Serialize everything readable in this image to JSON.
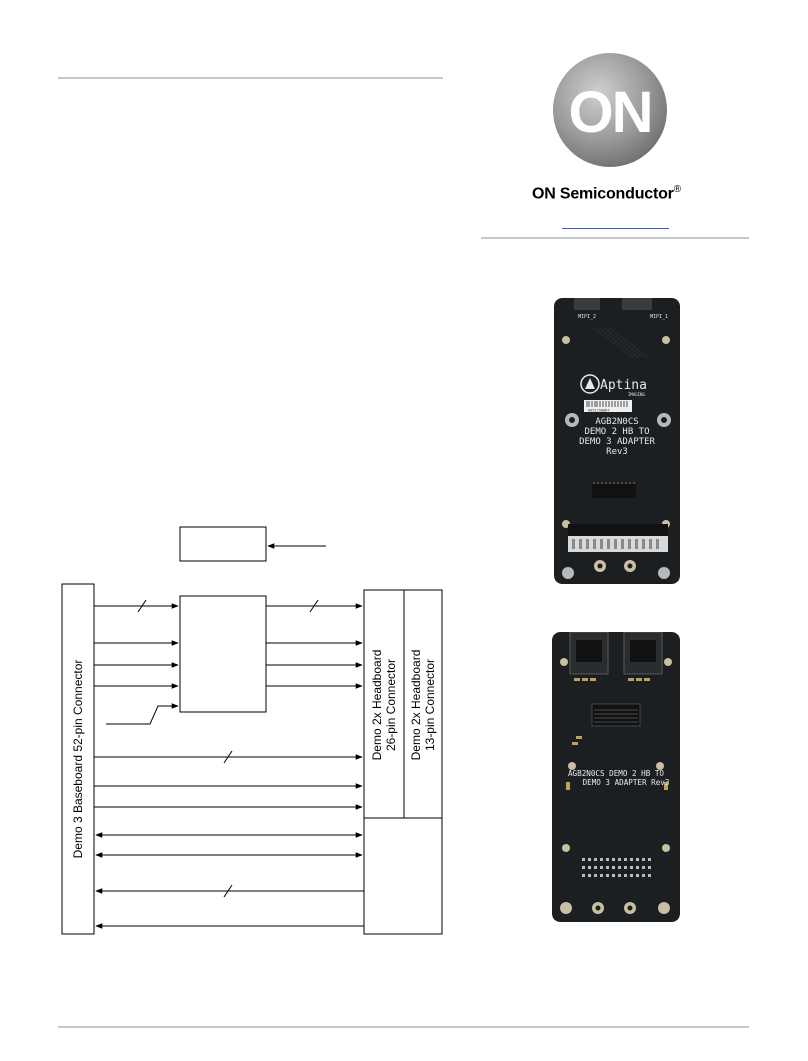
{
  "header": {
    "brand_name": "ON Semiconductor",
    "registered_mark": "®",
    "logo_text": "ON"
  },
  "diagram": {
    "baseboard_label": "Demo 3 Baseboard 52-pin Connector",
    "headboard_26_label_line1": "Demo 2x Headboard",
    "headboard_26_label_line2": "26-pin Connector",
    "headboard_13_label_line1": "Demo 2x Headboard",
    "headboard_13_label_line2": "13-pin Connector"
  },
  "board_front": {
    "brand": "Aptina",
    "brand_sub": "IMAGING",
    "barcode_text": "A5517S0067",
    "line1": "AGB2N0CS",
    "line2": "DEMO 2 HB TO",
    "line3": "DEMO 3 ADAPTER",
    "line4": "Rev3",
    "connector_left": "MIPI_2",
    "connector_right": "MIPI_1"
  },
  "board_back": {
    "line1": "AGB2N0CS     DEMO 2 HB TO",
    "line2": "DEMO 3 ADAPTER Rev3"
  },
  "colors": {
    "pcb": "#1c1f22",
    "rule": "#c8c8c8",
    "logo_gray": "#8e8e8e"
  }
}
